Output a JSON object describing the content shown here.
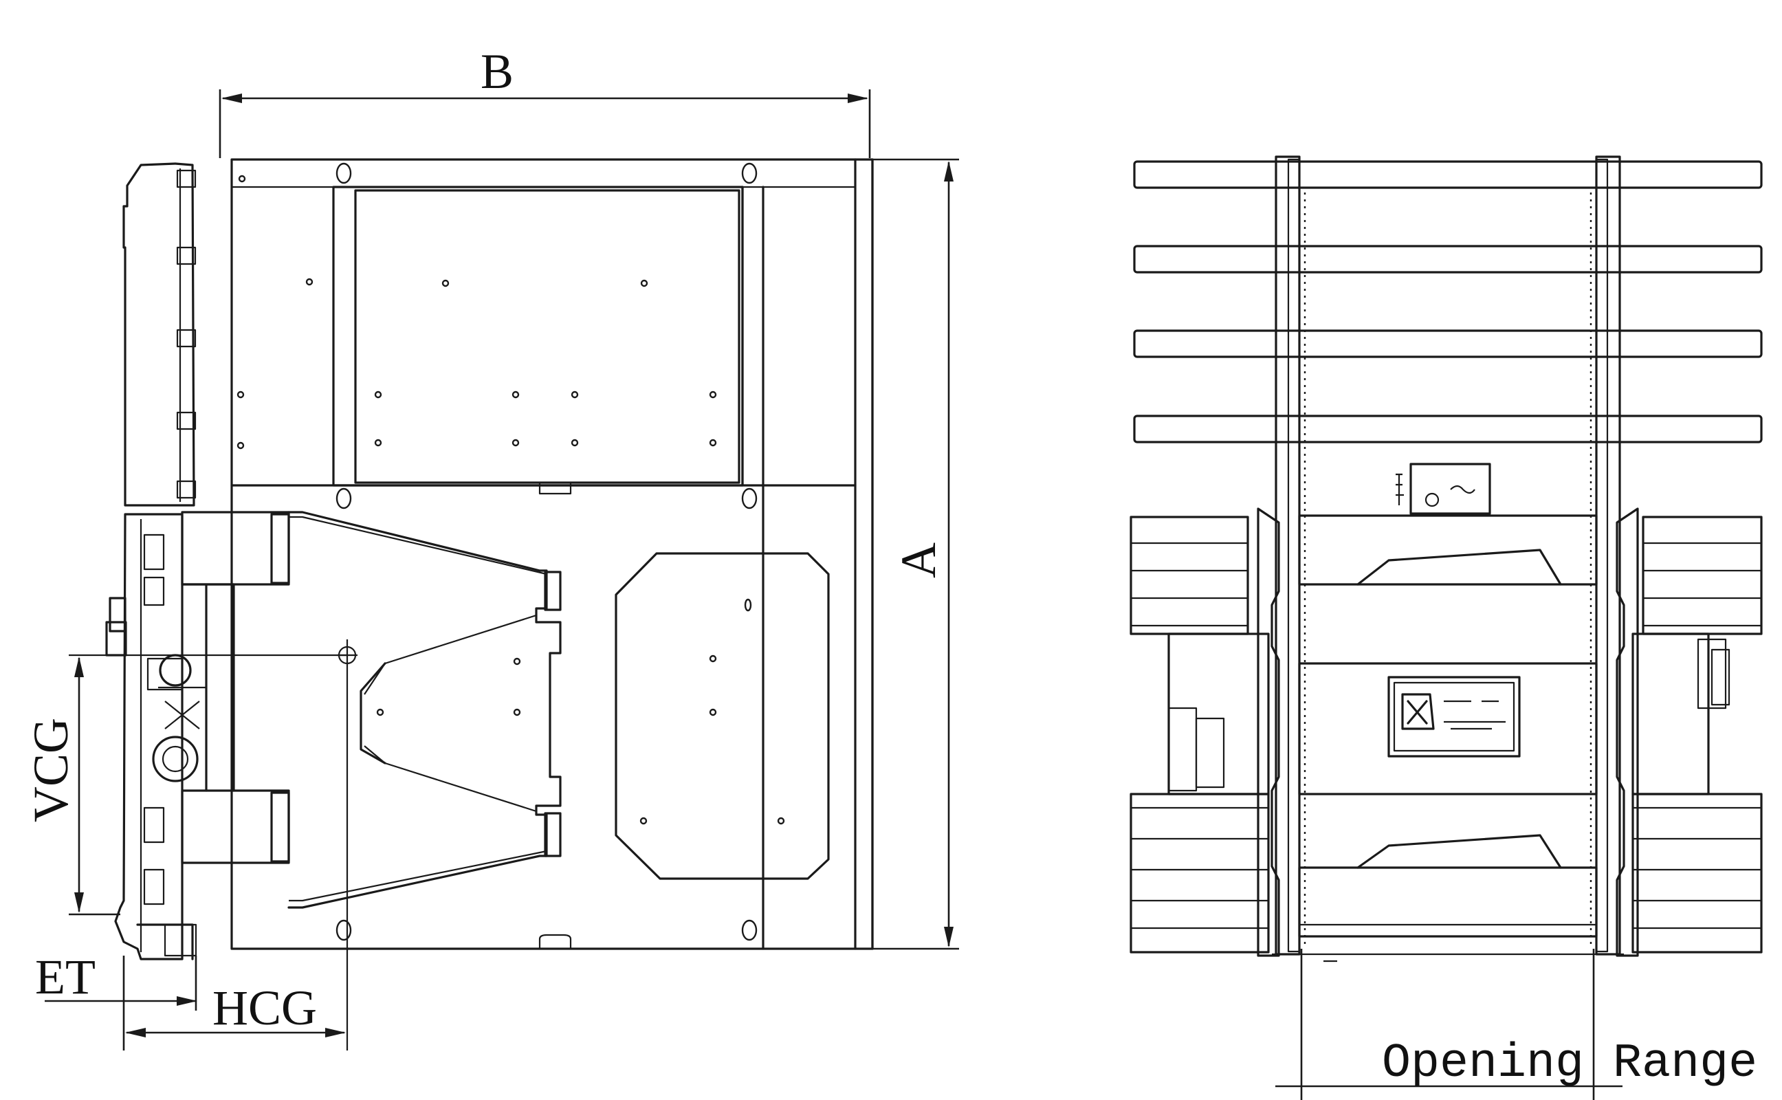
{
  "dimensions": {
    "width_label": "B",
    "height_label": "A",
    "vcg_label": "VCG",
    "hcg_label": "HCG",
    "et_label": "ET",
    "opening_label": "Opening Range"
  },
  "colors": {
    "line": "#1a1a1a",
    "background": "#ffffff"
  }
}
